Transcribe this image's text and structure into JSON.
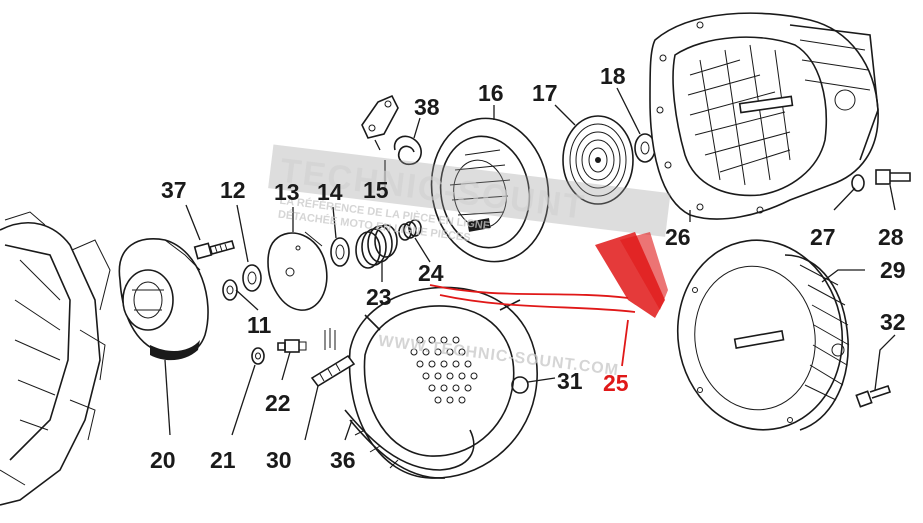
{
  "diagram": {
    "part_numbers": [
      "37",
      "12",
      "13",
      "14",
      "15",
      "38",
      "16",
      "17",
      "18",
      "11",
      "23",
      "24",
      "26",
      "27",
      "28",
      "29",
      "32",
      "25",
      "20",
      "21",
      "22",
      "30",
      "36",
      "31"
    ],
    "highlighted_part": "25",
    "highlight_color": "#e01818",
    "line_color": "#1a1a1a"
  },
  "watermark": {
    "brand": "TECHNIC-SOUNT",
    "tagline_1": "LA RÉFÉRENCE DE LA PIÈCE EN LIGNE",
    "tagline_2": "DÉTACHÉE MOTO EN LIGNE PIÈCES",
    "url": "WWW.TECHNIC-SOUNT.COM"
  }
}
